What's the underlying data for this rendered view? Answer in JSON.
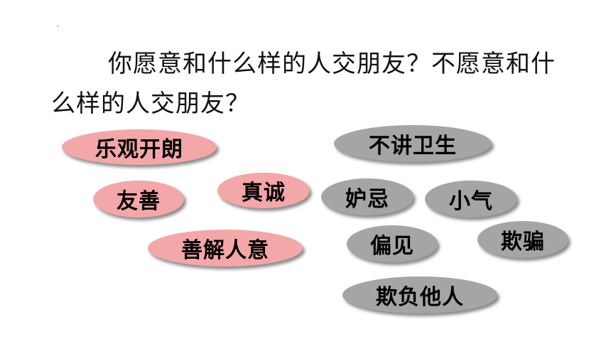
{
  "question": "你愿意和什么样的人交朋友？不愿意和什么样的人交朋友？",
  "colors": {
    "positive": "#f4a7a8",
    "negative": "#a5a5a5"
  },
  "positive_traits": [
    "乐观开朗",
    "友善",
    "真诚",
    "善解人意"
  ],
  "negative_traits": [
    "不讲卫生",
    "妒忌",
    "小气",
    "偏见",
    "欺骗",
    "欺负他人"
  ]
}
